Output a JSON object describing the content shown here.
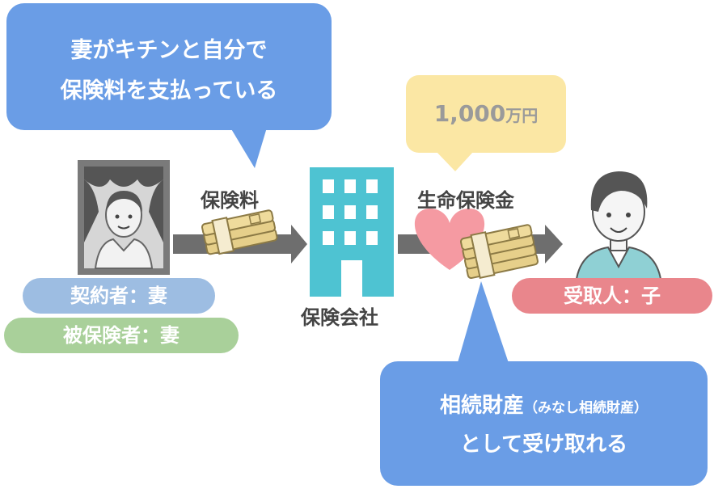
{
  "top_bubble": {
    "line1": "妻がキチンと自分で",
    "line2": "保険料を支払っている"
  },
  "amount_bubble": {
    "amount": "1,000",
    "unit": "万円"
  },
  "labels": {
    "premium": "保険料",
    "insurance_company": "保険会社",
    "death_benefit": "生命保険金"
  },
  "pills": {
    "contractor": "契約者：妻",
    "insured": "被保険者：妻",
    "beneficiary": "受取人：子"
  },
  "bottom_bubble": {
    "main": "相続財産",
    "paren": "（みなし相続財産）",
    "line2": "として受け取れる"
  },
  "colors": {
    "blue_bubble": "#6a9de6",
    "yellow_bubble": "#fbe7a4",
    "contractor_pill": "#9dbde2",
    "insured_pill": "#a9d09a",
    "beneficiary_pill": "#e9868c",
    "building": "#4ec3d2",
    "arrow": "#6e6e6e",
    "heart": "#f59aa2"
  },
  "icons": [
    "portrait-icon",
    "money-bundle-icon",
    "building-icon",
    "heart-icon",
    "person-icon"
  ]
}
